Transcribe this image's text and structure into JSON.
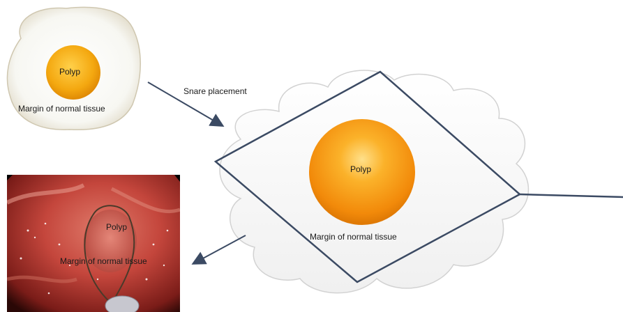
{
  "labels": {
    "egg_polyp": "Polyp",
    "egg_margin": "Margin of normal tissue",
    "snare": "Snare placement",
    "cloud_polyp": "Polyp",
    "cloud_margin": "Margin of normal tissue",
    "photo_polyp": "Polyp",
    "photo_margin": "Margin of normal tissue"
  },
  "colors": {
    "snare_line": "#3b4a63",
    "arrow": "#3b4a63",
    "polyp_orange": "#f49a12",
    "egg_yolk": "#f4a810",
    "cloud_fill": "#fbfbfb",
    "cloud_stroke": "#d2d2d2",
    "mucosa_red": "#b8423a"
  },
  "icons": {
    "top_left": "fried-egg-icon",
    "center": "cloud-polyp-illustration",
    "bottom_left": "endoscopic-photo"
  }
}
